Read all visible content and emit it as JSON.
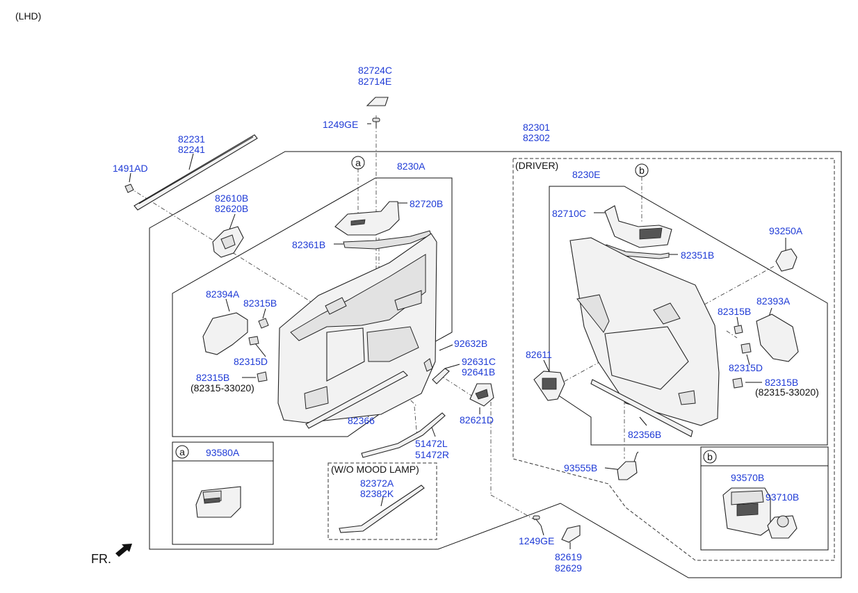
{
  "header": {
    "variant": "(LHD)"
  },
  "labels": {
    "p82724C": "82724C",
    "p82714E": "82714E",
    "p1249GE_top": "1249GE",
    "p82301": "82301",
    "p82302": "82302",
    "p82231": "82231",
    "p82241": "82241",
    "p1491AD": "1491AD",
    "p8230A": "8230A",
    "p82720B": "82720B",
    "p82610B": "82610B",
    "p82620B": "82620B",
    "p82361B": "82361B",
    "p82394A": "82394A",
    "p82315B_l1": "82315B",
    "p82315D_l": "82315D",
    "p82315B_l2": "82315B",
    "ref_l": "(82315-33020)",
    "p92632B": "92632B",
    "p92631C": "92631C",
    "p92641B": "92641B",
    "p82366": "82366",
    "p82621D": "82621D",
    "p51472L": "51472L",
    "p51472R": "51472R",
    "driver": "(DRIVER)",
    "p8230E": "8230E",
    "p82710C": "82710C",
    "p82351B": "82351B",
    "p93250A": "93250A",
    "p82393A": "82393A",
    "p82315B_r1": "82315B",
    "p82315D_r": "82315D",
    "p82315B_r2": "82315B",
    "ref_r": "(82315-33020)",
    "p82611": "82611",
    "p82356B": "82356B",
    "p93555B": "93555B",
    "box_a_marker": "a",
    "p93580A": "93580A",
    "wo_mood": "(W/O MOOD LAMP)",
    "p82372A": "82372A",
    "p82382K": "82382K",
    "p1249GE_bot": "1249GE",
    "p82619": "82619",
    "p82629": "82629",
    "box_b_marker": "b",
    "p93570B": "93570B",
    "p93710B": "93710B",
    "callout_a": "a",
    "callout_b": "b",
    "fr": "FR."
  },
  "icons": [
    "front-direction-arrow-icon"
  ]
}
